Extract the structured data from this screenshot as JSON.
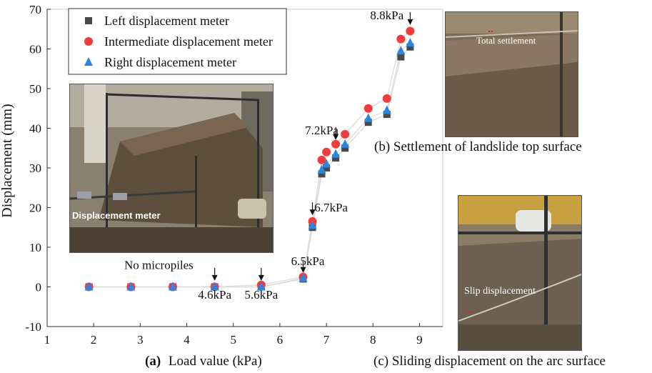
{
  "chart_data": {
    "type": "scatter",
    "xlabel": "Load value (kPa)",
    "ylabel": "Displacement (mm)",
    "xlim": [
      1,
      9.5
    ],
    "ylim": [
      -10,
      70
    ],
    "xticks": [
      1,
      2,
      3,
      4,
      5,
      6,
      7,
      8,
      9
    ],
    "yticks": [
      -10,
      0,
      10,
      20,
      30,
      40,
      50,
      60,
      70
    ],
    "legend_position": "top-left",
    "series": [
      {
        "name": "Left displacement meter",
        "marker": "square",
        "color": "#4a4a4a",
        "x": [
          1.9,
          2.8,
          3.7,
          4.6,
          5.6,
          6.5,
          6.7,
          6.9,
          7.0,
          7.2,
          7.4,
          7.9,
          8.3,
          8.6,
          8.8
        ],
        "y": [
          0,
          0,
          0,
          0,
          0,
          2,
          15,
          28.5,
          30,
          32.5,
          35,
          41.5,
          43.5,
          58,
          60.5
        ]
      },
      {
        "name": "Intermediate displacement meter",
        "marker": "circle",
        "color": "#f03c3c",
        "x": [
          1.9,
          2.8,
          3.7,
          4.6,
          5.6,
          6.5,
          6.7,
          6.9,
          7.0,
          7.2,
          7.4,
          7.9,
          8.3,
          8.6,
          8.8
        ],
        "y": [
          0,
          0,
          0,
          0,
          0.5,
          2.5,
          16.5,
          32,
          34,
          36,
          38.5,
          45,
          47.5,
          62.5,
          64.5
        ]
      },
      {
        "name": "Right displacement meter",
        "marker": "triangle",
        "color": "#2a86e0",
        "x": [
          1.9,
          2.8,
          3.7,
          4.6,
          5.6,
          6.5,
          6.7,
          6.9,
          7.0,
          7.2,
          7.4,
          7.9,
          8.3,
          8.6,
          8.8
        ],
        "y": [
          0,
          0,
          0,
          0,
          0,
          2.2,
          15.5,
          29.5,
          31,
          33.5,
          36,
          42.5,
          44.5,
          59.5,
          61.5
        ]
      }
    ],
    "annotations": [
      {
        "text": "No micropiles",
        "x": 3.4,
        "y": 4.5,
        "arrow": false
      },
      {
        "text": "4.6kPa",
        "x": 4.6,
        "y": -3,
        "arrow": true,
        "arrow_x": 4.6,
        "arrow_y": 3
      },
      {
        "text": "5.6kPa",
        "x": 5.6,
        "y": -3,
        "arrow": true,
        "arrow_x": 5.6,
        "arrow_y": 3
      },
      {
        "text": "6.5kPa",
        "x": 6.6,
        "y": 5.5,
        "arrow": true,
        "arrow_x": 6.5,
        "arrow_y": 5
      },
      {
        "text": "6.7kPa",
        "x": 7.1,
        "y": 19,
        "arrow": true,
        "arrow_x": 6.7,
        "arrow_y": 19.5
      },
      {
        "text": "7.2kPa",
        "x": 6.9,
        "y": 38.5,
        "arrow": true,
        "arrow_x": 7.2,
        "arrow_y": 38.5
      },
      {
        "text": "8.8kPa",
        "x": 8.3,
        "y": 67.5,
        "arrow": true,
        "arrow_x": 8.8,
        "arrow_y": 67.5
      }
    ]
  },
  "photos": {
    "a_label": "Displacement meter",
    "b_label": "Total settlement",
    "c_label": "Slip displacement"
  },
  "captions": {
    "a_prefix": "(a)",
    "a_text": "Load value (kPa)",
    "b_text": "(b) Settlement of landslide top surface",
    "c_text": "(c) Sliding displacement on the arc surface"
  }
}
